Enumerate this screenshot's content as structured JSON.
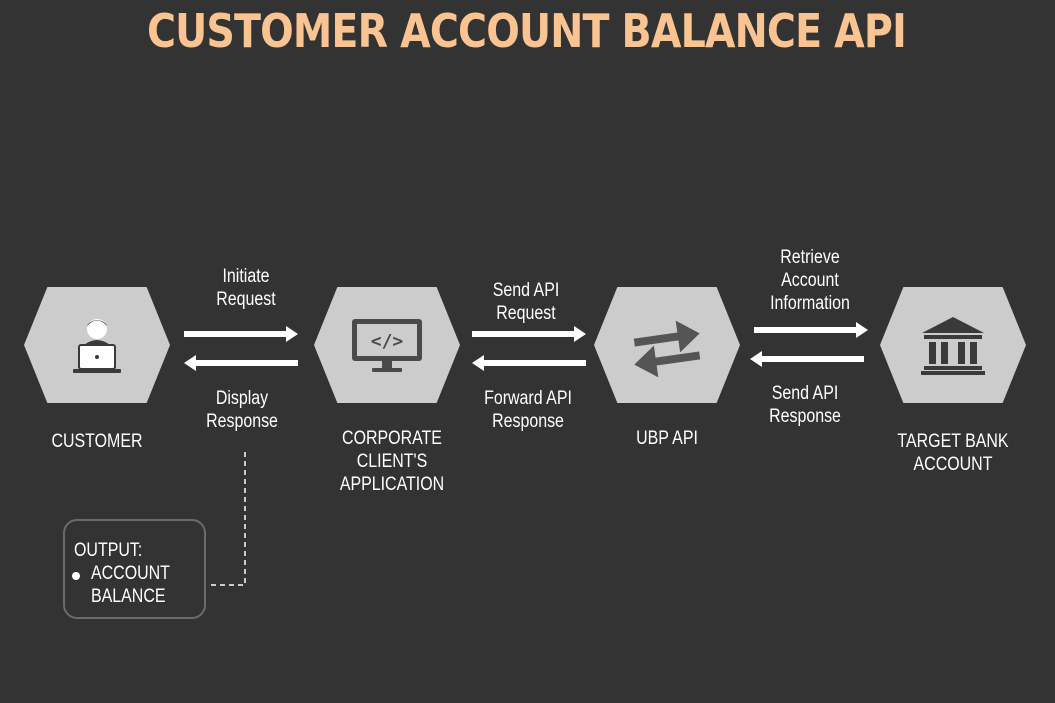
{
  "title": "CUSTOMER ACCOUNT BALANCE API",
  "colors": {
    "background": "#333333",
    "title": "#f9c491",
    "hexagon": "#cccccc",
    "icon": "#4a4a4a",
    "text": "#ffffff"
  },
  "nodes": [
    {
      "id": "customer",
      "icon": "person-laptop-icon",
      "label_lines": [
        "CUSTOMER"
      ]
    },
    {
      "id": "corporate-client",
      "icon": "code-monitor-icon",
      "label_lines": [
        "CORPORATE",
        "CLIENT'S",
        "APPLICATION"
      ]
    },
    {
      "id": "ubp-api",
      "icon": "exchange-arrows-icon",
      "label_lines": [
        "UBP API"
      ]
    },
    {
      "id": "target-bank",
      "icon": "bank-icon",
      "label_lines": [
        "TARGET BANK",
        "ACCOUNT"
      ]
    }
  ],
  "edges": [
    {
      "id": "initiate-request",
      "from": "customer",
      "to": "corporate-client",
      "label_lines": [
        "Initiate",
        "Request"
      ]
    },
    {
      "id": "display-response",
      "from": "corporate-client",
      "to": "customer",
      "label_lines": [
        "Display",
        "Response"
      ]
    },
    {
      "id": "send-api-request",
      "from": "corporate-client",
      "to": "ubp-api",
      "label_lines": [
        "Send API",
        "Request"
      ]
    },
    {
      "id": "forward-api-response",
      "from": "ubp-api",
      "to": "corporate-client",
      "label_lines": [
        "Forward API",
        "Response"
      ]
    },
    {
      "id": "retrieve-account-info",
      "from": "ubp-api",
      "to": "target-bank",
      "label_lines": [
        "Retrieve",
        "Account",
        "Information"
      ]
    },
    {
      "id": "send-api-response",
      "from": "target-bank",
      "to": "ubp-api",
      "label_lines": [
        "Send API",
        "Response"
      ]
    }
  ],
  "output": {
    "heading": "OUTPUT:",
    "items": [
      {
        "lines": [
          "ACCOUNT",
          "BALANCE"
        ]
      }
    ]
  }
}
